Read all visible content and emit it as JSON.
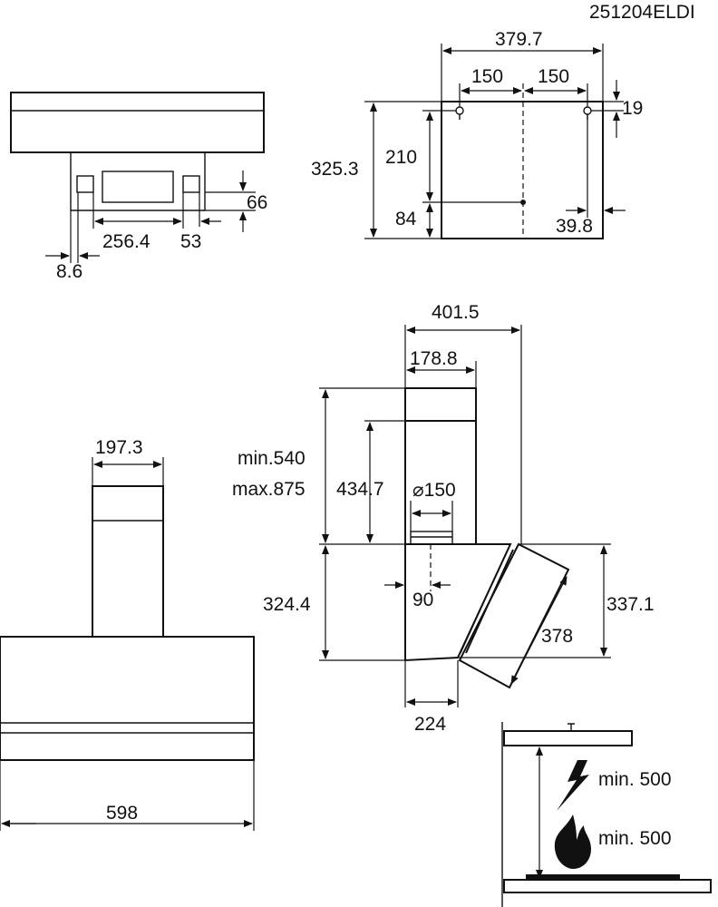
{
  "model_code": "251204ELDI",
  "dims": {
    "top_width": "379.7",
    "hole_spacing_left": "150",
    "hole_spacing_right": "150",
    "hole_offset_top": "19",
    "bracket_height": "325.3",
    "hole_to_center": "210",
    "center_to_bottom": "84",
    "right_offset": "39.8",
    "underside_gap": "66",
    "underside_width": "256.4",
    "underside_side": "53",
    "underside_edge": "8.6",
    "front_chimney": "197.3",
    "front_width": "598",
    "side_depth": "401.5",
    "side_chimney": "178.8",
    "chimney_min": "min.540",
    "chimney_max": "max.875",
    "chimney_inner": "434.7",
    "duct": "⌀150",
    "duct_offset": "90",
    "body_height": "324.4",
    "panel_height": "337.1",
    "panel_length": "378",
    "bottom_depth": "224"
  },
  "clearance": {
    "electric": "min. 500",
    "gas": "min. 500",
    "icons": [
      "lightning-icon",
      "flame-icon"
    ]
  }
}
